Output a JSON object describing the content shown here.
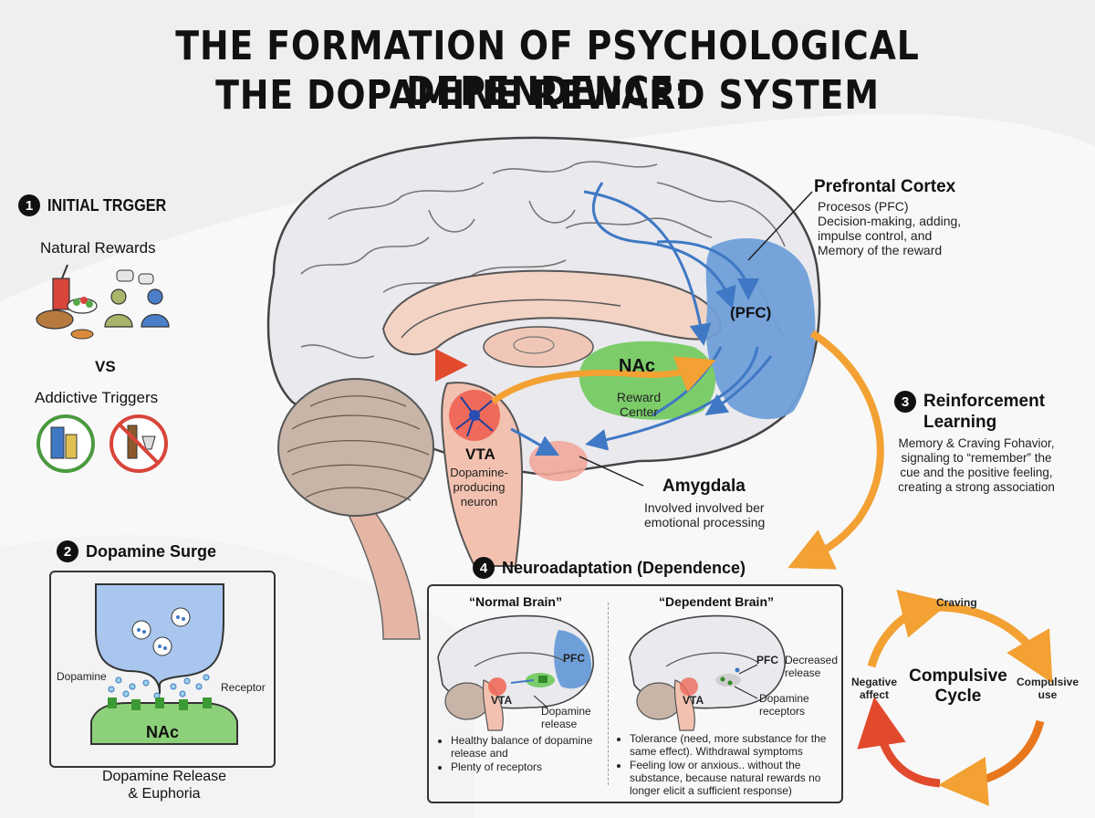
{
  "title": {
    "line1": "THE FORMATION OF PSYCHOLOGICAL DEPENDENCE:",
    "line2": "THE DOPAMINE REWARD SYSTEM"
  },
  "step1": {
    "number": "1",
    "heading": "INITIAL TRGGER",
    "natural_rewards": "Natural Rewards",
    "vs": "VS",
    "addictive_triggers": "Addictive Triggers"
  },
  "brain": {
    "pfc_label": "(PFC)",
    "nac_label": "NAc",
    "reward_center_1": "Reward",
    "reward_center_2": "Center",
    "vta_label": "VTA",
    "vta_desc_1": "Dopamine-",
    "vta_desc_2": "producing",
    "vta_desc_3": "neuron",
    "amygdala_title": "Amygdala",
    "amygdala_desc_1": "Involved involved ber",
    "amygdala_desc_2": "emotional processing"
  },
  "pfc_callout": {
    "title": "Prefrontal Cortex",
    "line1": "Procesos (PFC)",
    "line2": "Decision-making, adding,",
    "line3": "impulse control, and",
    "line4": "Memory of the reward"
  },
  "step2": {
    "number": "2",
    "heading": "Dopamine Surge",
    "dopamine": "Dopamine",
    "receptor": "Receptor",
    "nac": "NAc",
    "caption_1": "Dopamine Release",
    "caption_2": "& Euphoria"
  },
  "step3": {
    "number": "3",
    "heading_1": "Reinforcement",
    "heading_2": "Learning",
    "line1": "Memory & Craving Fohavior,",
    "line2": "signaling to “remember” the",
    "line3": "cue and the positive feeling,",
    "line4": "creating a strong association"
  },
  "step4": {
    "number": "4",
    "heading": "Neuroadaptation (Dependence)",
    "normal": {
      "title": "“Normal Brain”",
      "pfc": "PFC",
      "vta": "VTA",
      "release_1": "Dopamine",
      "release_2": "release",
      "bullets": [
        "Healthy balance of dopamine release and",
        "Plenty of receptors"
      ]
    },
    "dependent": {
      "title": "“Dependent Brain”",
      "pfc": "PFC",
      "vta": "VTA",
      "decreased_1": "Decreased",
      "decreased_2": "release",
      "receptors_1": "Dopamine",
      "receptors_2": "receptors",
      "bullets": [
        "Tolerance (need, more substance for the same effect). Withdrawal symptoms",
        "Feeling low or anxious.. without the substance, because natural rewards no longer elicit a sufficient response)"
      ]
    }
  },
  "cycle": {
    "title_1": "Compulsive",
    "title_2": "Cycle",
    "craving": "Craving",
    "compulsive_use_1": "Compulsive",
    "compulsive_use_2": "use",
    "negative_affect_1": "Negative",
    "negative_affect_2": "affect"
  },
  "colors": {
    "pfc_blue": "#6f9fd8",
    "nac_green": "#7ccc6a",
    "vta_red": "#ef6a5a",
    "orange_arrow": "#f2a132",
    "red_arrow": "#e24a2e",
    "blue_arrow": "#3f78c4"
  }
}
